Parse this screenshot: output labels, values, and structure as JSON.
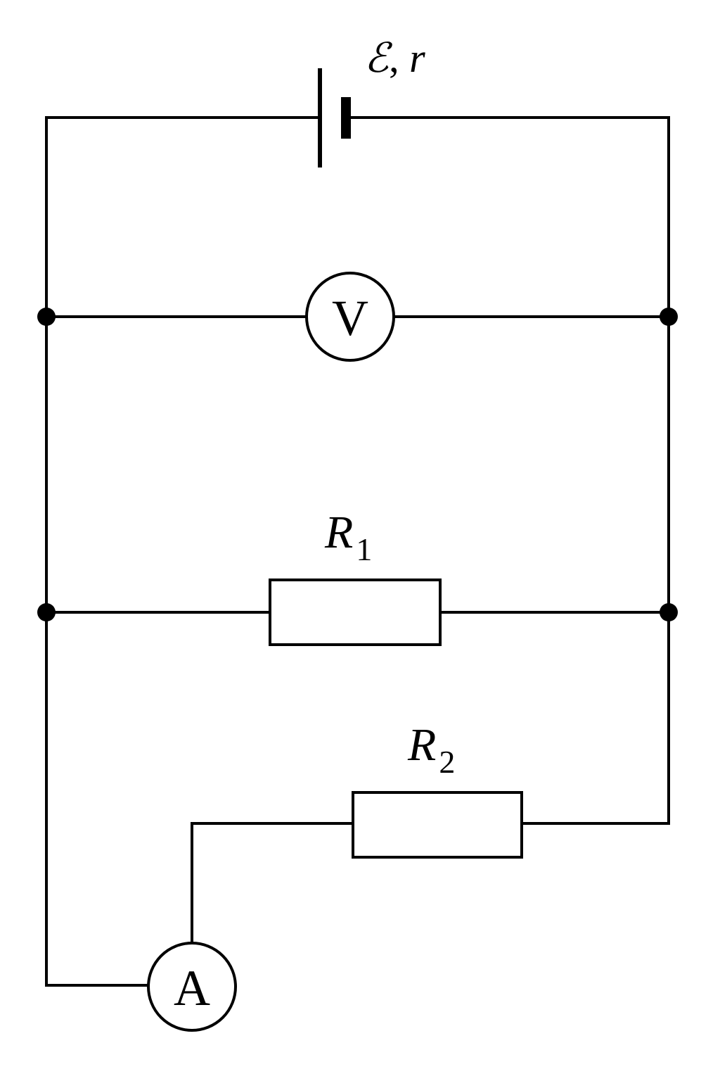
{
  "battery": {
    "emf_symbol": "ℰ",
    "separator": ", ",
    "resistance_symbol": "r"
  },
  "voltmeter": {
    "label": "V"
  },
  "ammeter": {
    "label": "A"
  },
  "resistor1": {
    "symbol": "R",
    "subscript": "1"
  },
  "resistor2": {
    "symbol": "R",
    "subscript": "2"
  },
  "colors": {
    "line": "#000000",
    "background": "#ffffff"
  }
}
